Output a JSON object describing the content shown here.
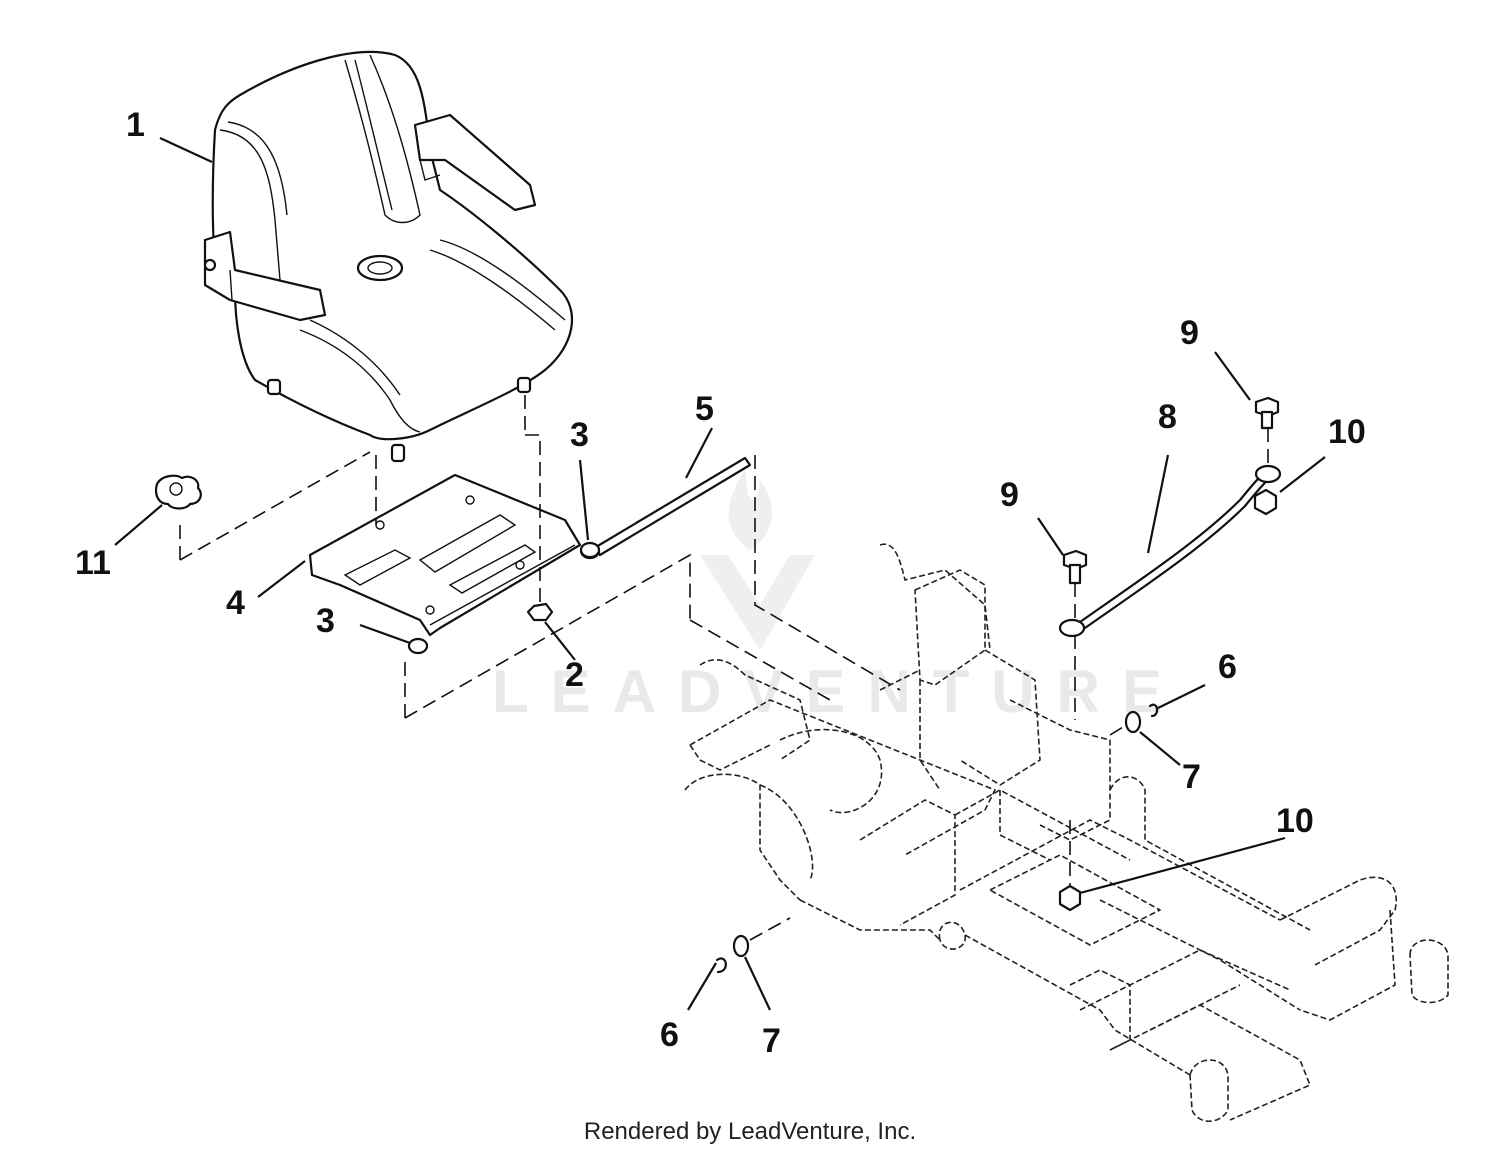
{
  "watermark": {
    "text": "LEADVENTURE"
  },
  "footer": {
    "text": "Rendered by LeadVenture, Inc."
  },
  "callouts": [
    {
      "id": "c1",
      "label": "1"
    },
    {
      "id": "c2",
      "label": "2"
    },
    {
      "id": "c3a",
      "label": "3"
    },
    {
      "id": "c3b",
      "label": "3"
    },
    {
      "id": "c4",
      "label": "4"
    },
    {
      "id": "c5",
      "label": "5"
    },
    {
      "id": "c6a",
      "label": "6"
    },
    {
      "id": "c6b",
      "label": "6"
    },
    {
      "id": "c7a",
      "label": "7"
    },
    {
      "id": "c7b",
      "label": "7"
    },
    {
      "id": "c8",
      "label": "8"
    },
    {
      "id": "c9a",
      "label": "9"
    },
    {
      "id": "c9b",
      "label": "9"
    },
    {
      "id": "c10a",
      "label": "10"
    },
    {
      "id": "c10b",
      "label": "10"
    },
    {
      "id": "c11",
      "label": "11"
    }
  ]
}
